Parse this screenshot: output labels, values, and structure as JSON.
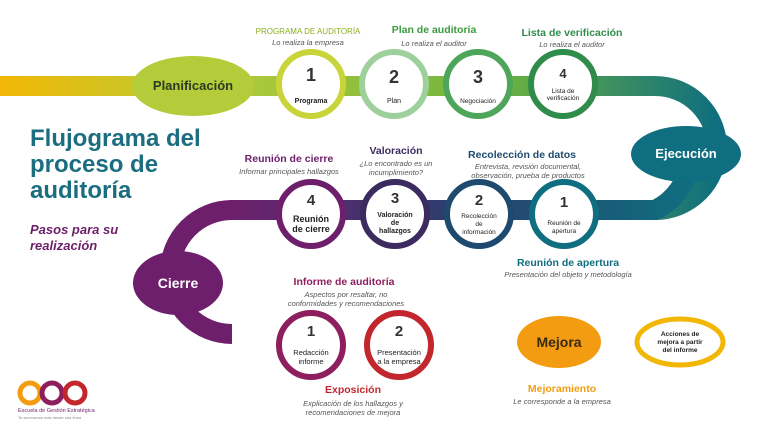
{
  "colors": {
    "yellow": "#f2b705",
    "green": "#7bb33b",
    "lime": "#b5cc3a",
    "teal": "#0f6e7f",
    "purple": "#6d1f6b",
    "red": "#c1272d",
    "orange": "#f39c12",
    "title_teal": "#1a6e80"
  },
  "title": {
    "line1": "Flujograma del",
    "line2": "proceso de",
    "line3": "auditoría",
    "subtitle1": "Pasos para su",
    "subtitle2": "realización"
  },
  "stages": {
    "planificacion": "Planificación",
    "ejecucion": "Ejecución",
    "cierre": "Cierre",
    "mejora": "Mejora"
  },
  "planificacion_steps": [
    {
      "number": "1",
      "label": "Programa",
      "heading": "PROGRAMA DE AUDITORÍA",
      "sub": "Lo realiza la empresa"
    },
    {
      "number": "2",
      "label": "Plan",
      "heading": "Plan de auditoría",
      "sub": "Lo realiza el auditor"
    },
    {
      "number": "3",
      "label": "Negociación",
      "heading": "",
      "sub": ""
    },
    {
      "number": "4",
      "label1": "Lista de",
      "label2": "verificación",
      "heading": "Lista de verificación",
      "sub": "Lo realiza el auditor"
    }
  ],
  "ejecucion_steps": [
    {
      "number": "1",
      "label1": "Reunión de",
      "label2": "apertura",
      "heading": "Reunión de apertura",
      "sub": "Presentación del objeto y metodología"
    },
    {
      "number": "2",
      "label1": "Recolección",
      "label2": "de",
      "label3": "información",
      "heading": "Recolección de datos",
      "sub1": "Entrevista, revisión documental,",
      "sub2": "observación, prueba de productos"
    },
    {
      "number": "3",
      "label1": "Valoración",
      "label2": "de",
      "label3": "hallazgos",
      "heading": "Valoración",
      "sub1": "¿Lo encontrado es un",
      "sub2": "incumplimiento?"
    },
    {
      "number": "4",
      "label1": "Reunión",
      "label2": "de cierre",
      "heading": "Reunión de cierre",
      "sub": "Informar principales hallazgos"
    }
  ],
  "cierre_steps": [
    {
      "number": "1",
      "label1": "Redacción",
      "label2": "informe",
      "heading": "Informe de auditoría",
      "sub1": "Aspectos por resaltar, no",
      "sub2": "conformidades y recomendaciones"
    },
    {
      "number": "2",
      "label1": "Presentación",
      "label2": "a la empresa",
      "heading": "Exposición",
      "sub1": "Explicación de los hallazgos y",
      "sub2": "recomendaciones de mejora"
    }
  ],
  "mejora": {
    "box1": "Acciones de",
    "box2": "mejora a partir",
    "box3": "del informe",
    "heading": "Mejoramiento",
    "sub": "Le corresponde a la empresa"
  },
  "logo": {
    "name": "ege",
    "line1": "Escuela de Gestión Estratégica",
    "line2": "Te acercamos más desde una línea"
  }
}
